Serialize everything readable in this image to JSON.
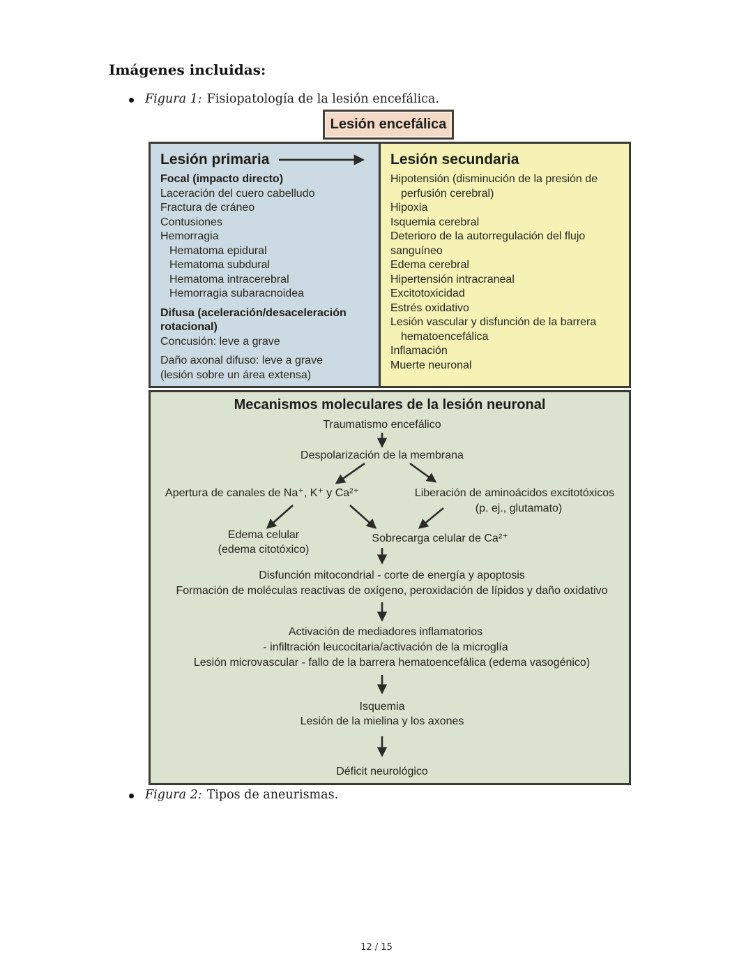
{
  "document": {
    "heading": "Imágenes incluidas:",
    "figures": [
      {
        "label": "Figura 1:",
        "caption": "Fisiopatología de la lesión encefálica."
      },
      {
        "label": "Figura 2:",
        "caption": "Tipos de aneurismas."
      }
    ],
    "page_number": "12 / 15"
  },
  "diagram": {
    "header_box": "Lesión encefálica",
    "primary": {
      "title": "Lesión primaria",
      "lines": [
        "Focal (impacto directo)",
        "Laceración del cuero cabelludo",
        "Fractura de cráneo",
        "Contusiones",
        "Hemorragia",
        "Hematoma epidural",
        "Hematoma subdural",
        "Hematoma intracerebral",
        "Hemorragia subaracnoidea",
        "Difusa (aceleración/desaceleración",
        "rotacional)",
        "Concusión: leve a grave",
        "Daño axonal difuso: leve a grave",
        "(lesión sobre un área extensa)"
      ]
    },
    "secondary": {
      "title": "Lesión secundaria",
      "lines": [
        "Hipotensión (disminución de la presión de",
        "perfusión cerebral)",
        "Hipoxia",
        "Isquemia cerebral",
        "Deterioro de la autorregulación del flujo",
        "sanguíneo",
        "Edema cerebral",
        "Hipertensión intracraneal",
        "Excitotoxicidad",
        "Estrés oxidativo",
        "Lesión vascular y disfunción de la barrera",
        "hematoencefálica",
        "Inflamación",
        "Muerte neuronal"
      ]
    },
    "mechanisms": {
      "title": "Mecanismos moleculares de la lesión neuronal",
      "trauma": "Traumatismo encefálico",
      "despolarizacion": "Despolarización de la membrana",
      "apertura": "Apertura de canales de Na⁺, K⁺ y Ca²⁺",
      "liberacion": "Liberación de aminoácidos excitotóxicos",
      "glutamato": "(p. ej., glutamato)",
      "edema": "Edema celular",
      "edema_cito": "(edema citotóxico)",
      "sobrecarga": "Sobrecarga celular de Ca²⁺",
      "disfuncion": "Disfunción mitocondrial - corte de energía y apoptosis",
      "formacion": "Formación de moléculas reactivas de oxígeno, peroxidación de lípidos y daño oxidativo",
      "activacion": "Activación de mediadores inflamatorios",
      "infiltracion": "- infiltración leucocitaria/activación de la microglía",
      "lesion_microvascular": "Lesión microvascular - fallo de la barrera hematoencefálica (edema vasogénico)",
      "isquemia": "Isquemia",
      "mielina": "Lesión de la mielina y los axones",
      "deficit": "Déficit neurológico"
    }
  },
  "colors": {
    "header_box_bg": "#f3d9c6",
    "primary_bg": "#ccdae3",
    "secondary_bg": "#f6f1b4",
    "mechanisms_bg": "#dbe2cf",
    "box_border": "#3b3b35",
    "diagram_text": "#26261f"
  }
}
